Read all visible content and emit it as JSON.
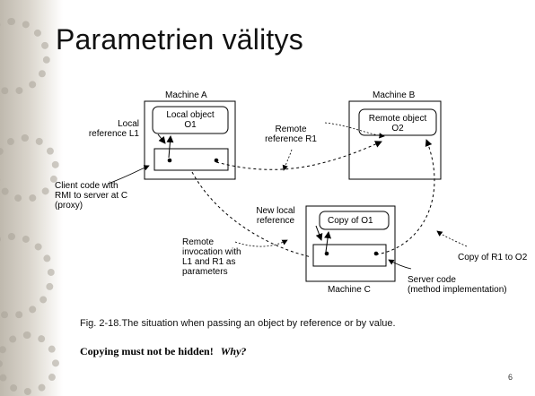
{
  "slide": {
    "title": "Parametrien välitys",
    "caption": "Fig. 2-18.The situation when passing an object by reference or by value.",
    "question_bold": "Copying must not be hidden!",
    "question_italic": "Why?",
    "page_number": "6"
  },
  "diagram": {
    "machine_a": "Machine A",
    "machine_b": "Machine B",
    "machine_c": "Machine C",
    "local_object": [
      "Local object",
      "O1"
    ],
    "remote_object": [
      "Remote object",
      "O2"
    ],
    "copy_object": "Copy of O1",
    "local_reference": [
      "Local",
      "reference L1"
    ],
    "remote_reference": [
      "Remote",
      "reference R1"
    ],
    "client_code": [
      "Client code with",
      "RMI to server at C",
      "(proxy)"
    ],
    "new_local_reference": [
      "New local",
      "reference"
    ],
    "remote_invocation": [
      "Remote",
      "invocation with",
      "L1 and R1 as",
      "parameters"
    ],
    "copy_r1": "Copy of R1 to O2",
    "server_code": [
      "Server code",
      "(method implementation)"
    ]
  }
}
